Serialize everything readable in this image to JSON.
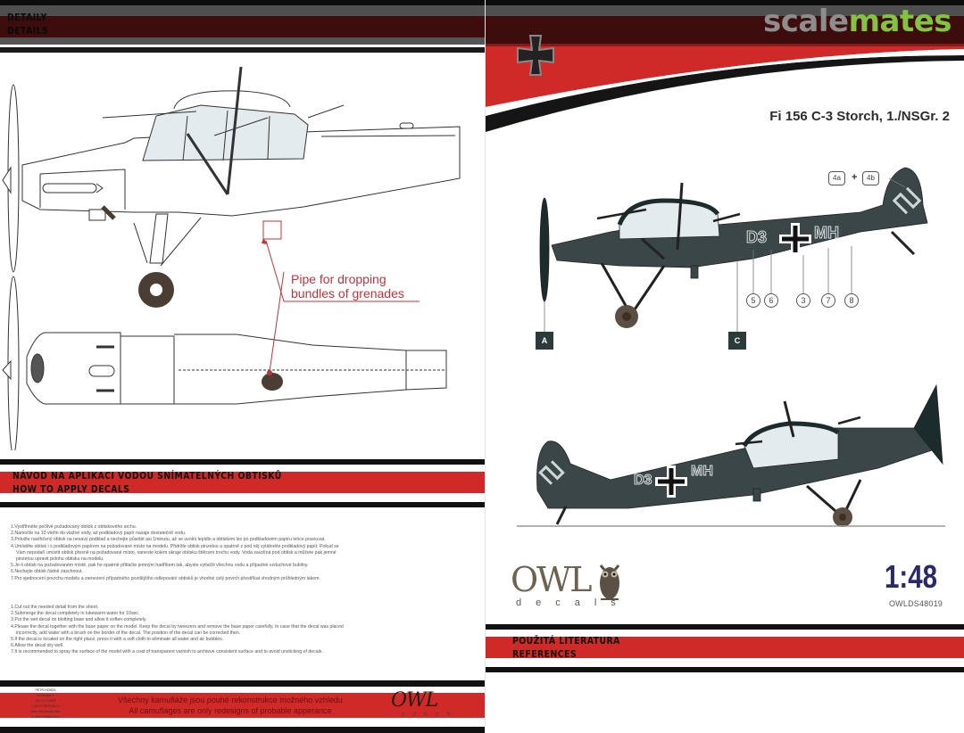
{
  "left_page": {
    "header": {
      "line1": "DETAILY",
      "line2": "DETAILS"
    },
    "callout": {
      "line1": "Pipe for dropping",
      "line2": "bundles of grenades"
    },
    "instructions_band": {
      "line1": "NÁVOD NA APLIKACI VODOU SNÍMATELNÝCH OBTISKŮ",
      "line2": "HOW TO APPLY DECALS"
    },
    "instructions_cz": [
      "1.Vystřihněte pečlivě požadovaný obtisk z obtiskového archu.",
      "2.Namočte na 10 vteřin do vlažné vody, až podkladový papír nasaje dostatečně vodu.",
      "3.Položte navlhčený obtisk na nesavý podklad a nechejte působit asi 1minutu, až se uvolní lepidlo a obtiskem lze po podkladovém papíru lehce posouvat.",
      "4.Umístěte obtisk i s podkladovým papírem na požadované místo na modelu. Přidržte obtisk pinzetou a opatrně z pod něj vytáhněte podkladový papír. Pokud se",
      "Vám nepodaří umístit obtisk přesně na požadované místo, naneste kolem okraje obtisku štětcem trochu vody. Voda zavzlíná pod obtisk a můžete pak jemně",
      "pinzetou upravit polohu obtisku na modelu.",
      "5.Je-li obtisk na požadovaném místě, pak ho opatrně přitlačte jemným hadříkem tak, abyste vytlačili všechnu vodu a případné vzduchové bubliny.",
      "6.Nechejte obtisk řádně zaschnout.",
      "7.Pro sjednocení povrchu modelu a zamezení případného pozdějšího odlepování obtisků je vhodné celý povrch přestříkat vhodným průhledným lakem."
    ],
    "instructions_en": [
      "1.Cut out the needed detail from the sheet.",
      "2.Submerge the decal completely in lukewarm water for 10sec.",
      "3.Put the wet decal on blotting base and allow it soften completely.",
      "4.Please the decal together with the base paper on the model. Keep the decal by tweezers and remove the base paper carefully. In case that the decal was placed",
      "incorrectly, add water with a brush on the border of the decal. The position of the decal can be corrected then.",
      "5.If the decal is located on the right place, press it with a soft cloth to eliminate all water and air bubbles.",
      "6.Allow the decal dry well.",
      "7.It is recommended to spray the surface of the model with a coat of transparent varnish to archieve consistent surface and to avoid unsticking of decals."
    ],
    "footer": {
      "address": [
        "PETR HOBZA",
        "Brněnská 4",
        "763 21 STARÉ",
        "CZECH REPUBLIC",
        "www.owl-decals.com",
        "e-mail: owl@owl.cz"
      ],
      "disclaimer_cz": "Všechny kamufláže jsou pouhé rekonstrukce možného vzhledu",
      "disclaimer_en": "All camuflages are only redesigns of probable apperance",
      "logo_word": "OWL",
      "logo_sub": "czech"
    }
  },
  "right_page": {
    "brand": {
      "part1": "scale",
      "part2": "mates"
    },
    "aircraft_title": "Fi 156 C-3 Storch, 1./NSGr. 2",
    "markings": {
      "code_left": "D3",
      "code_right": "MH",
      "callouts": [
        "5",
        "6",
        "3",
        "7",
        "8"
      ],
      "tail_callouts": [
        "4a",
        "4b"
      ],
      "plus": "+",
      "view_tags": [
        "A",
        "C"
      ]
    },
    "logo": {
      "word": "OWL",
      "sub": "decals"
    },
    "scale": "1:48",
    "product_code": "OWLDS48019",
    "references_band": {
      "line1": "POUŽITÁ LITERATURA",
      "line2": "REFERENCES"
    },
    "colors": {
      "red": "#cf2a27",
      "maroon": "#3d0c0c",
      "aircraft_grey": "#3b4649",
      "brand_grey": "#8d8d8d",
      "brand_green": "#82c340",
      "scale_blue": "#2a2a6a",
      "callout_red": "#c2333a"
    }
  }
}
